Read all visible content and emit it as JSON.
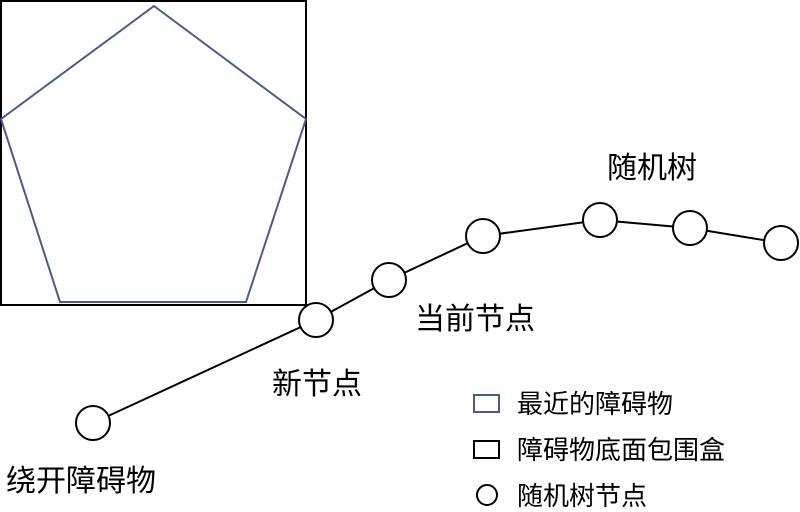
{
  "labels": {
    "random_tree": "随机树",
    "current_node": "当前节点",
    "new_node": "新节点",
    "bypass_obstacle": "绕开障碍物"
  },
  "legend": {
    "nearest_obstacle": "最近的障碍物",
    "obstacle_bbox": "障碍物底面包围盒",
    "tree_node": "随机树节点"
  },
  "colors": {
    "pentagon_stroke": "#4a5a8a",
    "box_stroke": "#000000",
    "path_stroke": "#000000",
    "node_fill": "#ffffff"
  }
}
